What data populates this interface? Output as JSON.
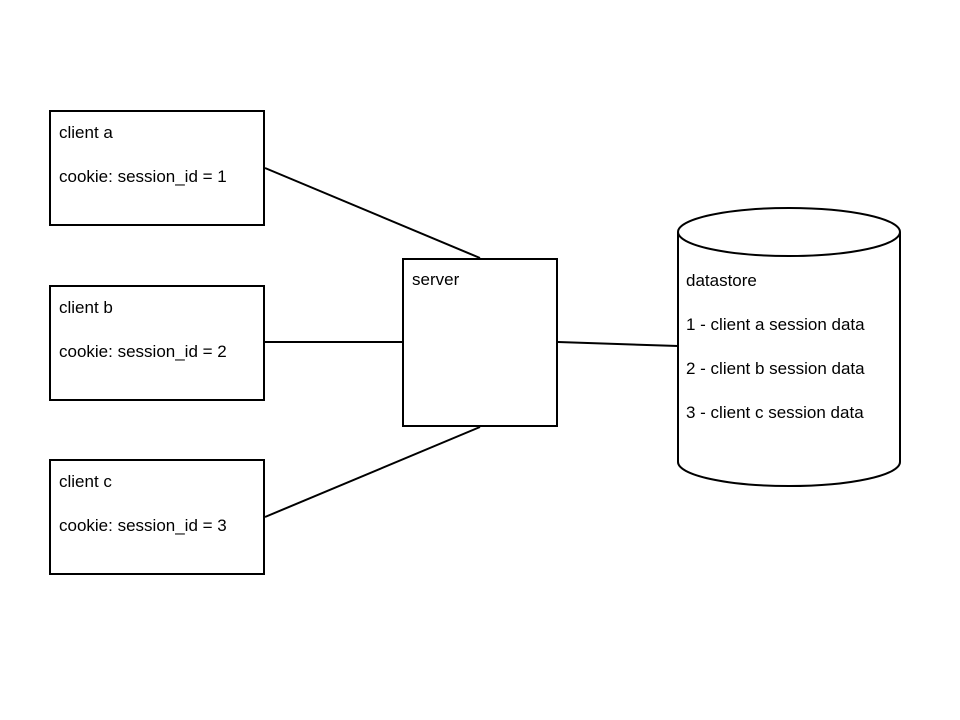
{
  "clients": [
    {
      "name": "client a",
      "cookie": "cookie: session_id = 1"
    },
    {
      "name": "client b",
      "cookie": "cookie: session_id = 2"
    },
    {
      "name": "client c",
      "cookie": "cookie: session_id = 3"
    }
  ],
  "server": {
    "name": "server"
  },
  "datastore": {
    "name": "datastore",
    "rows": [
      "1 - client a session data",
      "2 - client b session data",
      "3 - client c session data"
    ]
  },
  "colors": {
    "stroke": "#000000",
    "fill": "#ffffff"
  }
}
